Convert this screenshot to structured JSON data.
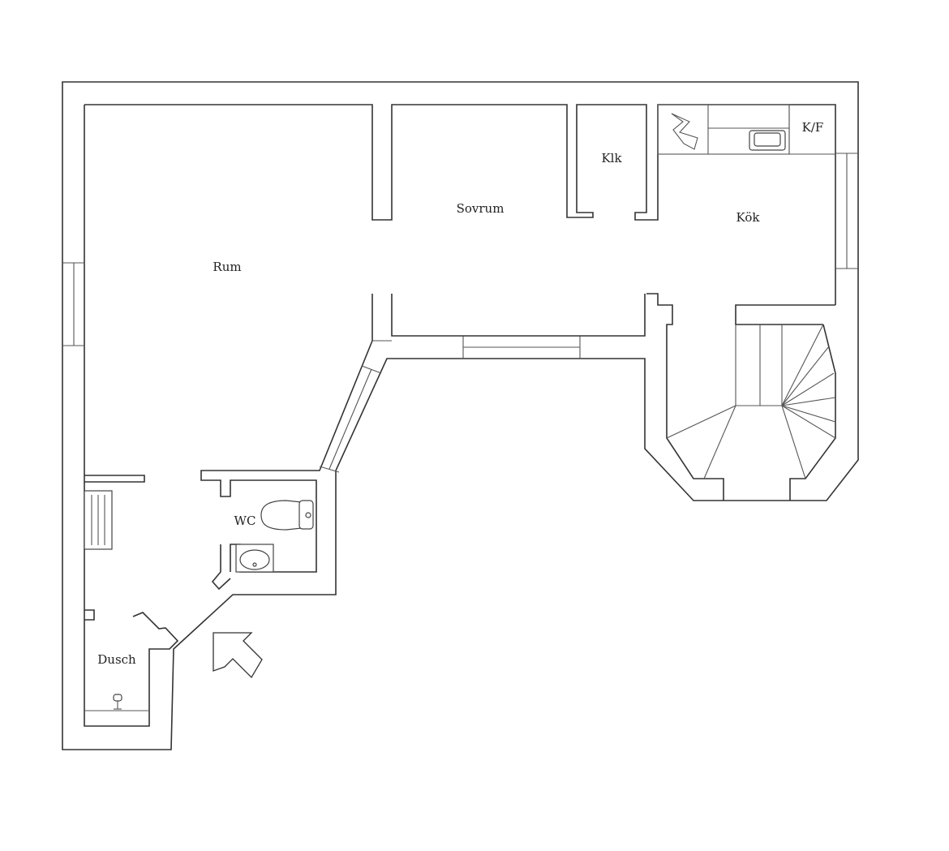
{
  "rooms": {
    "rum": "Rum",
    "sovrum": "Sovrum",
    "klk": "Klk",
    "kok": "Kök",
    "kf": "K/F",
    "wc": "WC",
    "dusch": "Dusch"
  },
  "colors": {
    "wall": "#333333",
    "background": "#ffffff"
  },
  "icons": {
    "entrance": "entrance-arrow-icon",
    "stairs": "spiral-stair-icon",
    "toilet": "toilet-icon",
    "sink": "sink-icon",
    "radiator": "radiator-icon",
    "shower": "shower-head-icon",
    "fridge": "fridge-freezer-icon",
    "stove": "stove-icon"
  }
}
